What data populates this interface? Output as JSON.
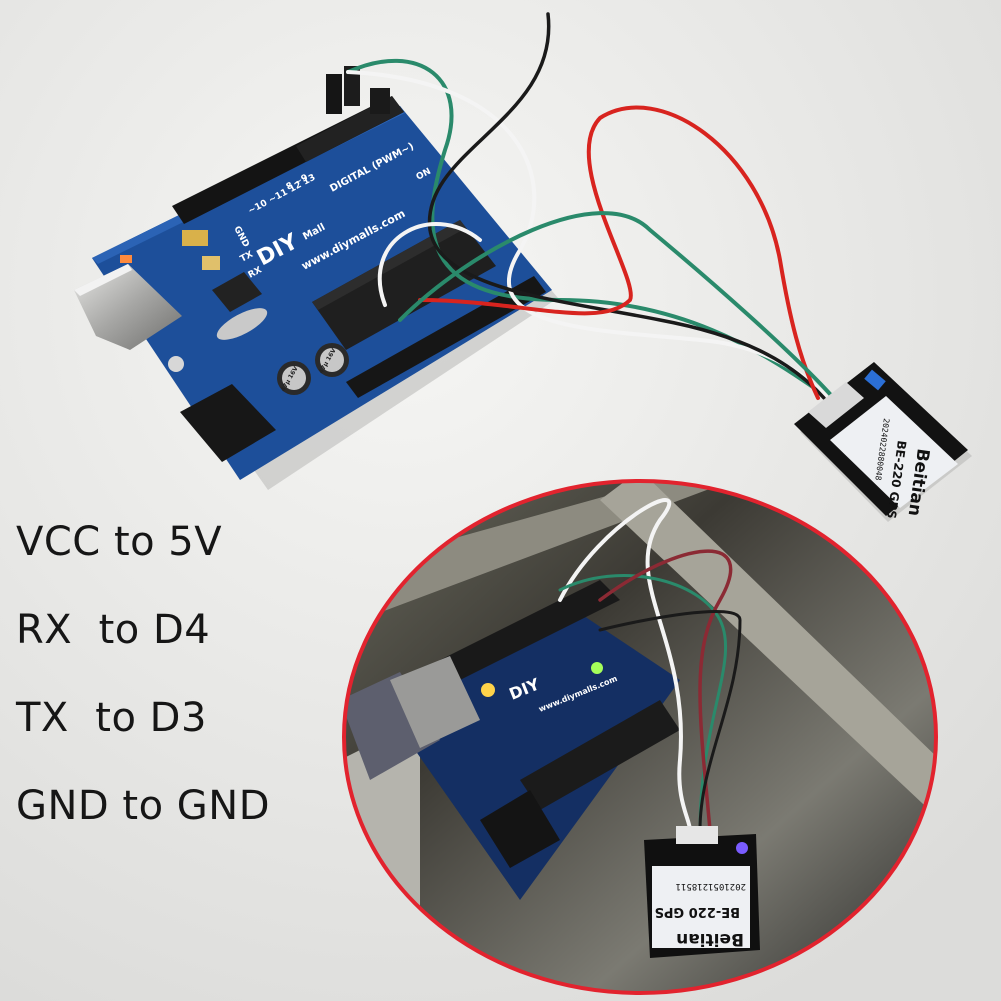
{
  "wiring_notes": [
    "VCC to 5V",
    "RX  to D4",
    "TX  to D3",
    "GND to GND"
  ],
  "arduino_board": {
    "brand_logo": "DIY",
    "brand_logo_sub": "Mall",
    "website": "www.diymalls.com",
    "digital_label": "DIGITAL (PWM~)",
    "gnd_label": "GND",
    "pin_numbers": "~10  ~11  12  13",
    "pin_numbers_right": "8  ~9",
    "tx_label": "TX",
    "rx_label": "RX",
    "on_label": "ON",
    "capacitor_1": "47µ 16V",
    "capacitor_2": "47µ 16V"
  },
  "gps_module": {
    "brand": "Beitian",
    "model": "BE-220 GPS",
    "serial": "2024022880048"
  },
  "inset_gps_module": {
    "brand": "Beitian",
    "model": "BE-220 GPS",
    "serial": "2021051218511"
  },
  "inset_board": {
    "brand_logo": "DIY",
    "website": "www.diymalls.com"
  },
  "colors": {
    "background": "#ececea",
    "pcb_blue": "#1d4f9a",
    "inset_frame": "#e2232e",
    "wire_red": "#d8241f",
    "wire_green": "#2a8a6b",
    "wire_white": "#f4f4f4",
    "wire_black": "#1a1a1a"
  }
}
